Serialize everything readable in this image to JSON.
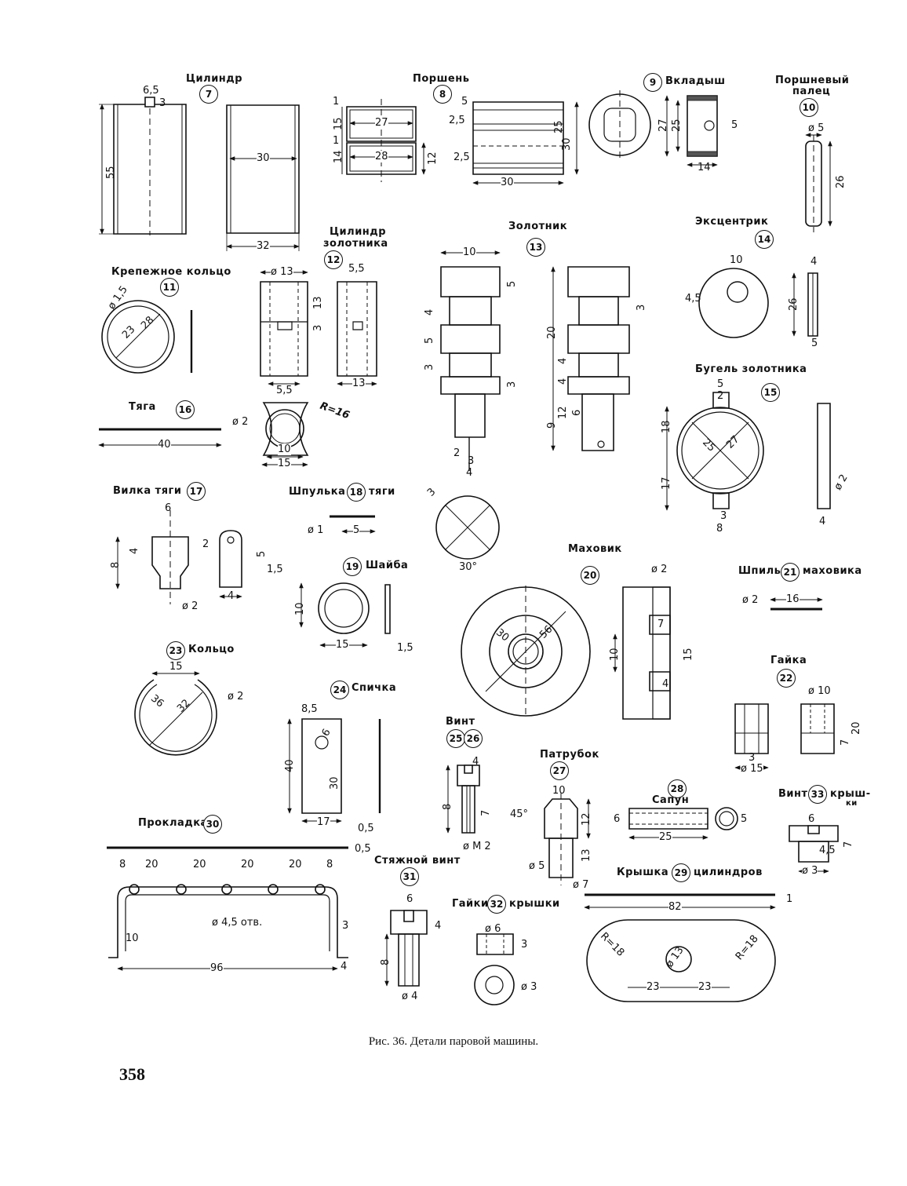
{
  "caption": "Рис. 36. Детали паровой машины.",
  "page_number": "358",
  "parts": {
    "p7": {
      "title": "Цилиндр",
      "num": "7",
      "dims": [
        "6,5",
        "3",
        "55",
        "30",
        "32"
      ]
    },
    "p8": {
      "title": "Поршень",
      "num": "8",
      "dims": [
        "1",
        "15",
        "27",
        "1",
        "14",
        "28",
        "12",
        "5",
        "2,5",
        "25",
        "30",
        "2,5",
        "30"
      ]
    },
    "p9": {
      "title": "Вкладыш",
      "num": "9",
      "dims": [
        "27",
        "25",
        "5",
        "14"
      ]
    },
    "p10": {
      "title_line1": "Поршневый",
      "title_line2": "палец",
      "num": "10",
      "dims": [
        "ø 5",
        "26"
      ]
    },
    "p11": {
      "title": "Крепежное кольцо",
      "num": "11",
      "dims": [
        "ø 1,5",
        "28",
        "23"
      ]
    },
    "p12": {
      "title_line1": "Цилиндр",
      "title_line2": "золотника",
      "num": "12",
      "dims": [
        "ø 13",
        "5,5",
        "13",
        "3",
        "5,5",
        "13",
        "R=16",
        "10",
        "15"
      ]
    },
    "p13": {
      "title": "Золотник",
      "num": "13",
      "dims": [
        "10",
        "5",
        "4",
        "5",
        "3",
        "3",
        "20",
        "3",
        "4",
        "4",
        "12",
        "6",
        "9",
        "2",
        "3",
        "4"
      ]
    },
    "p14": {
      "title": "Эксцентрик",
      "num": "14",
      "dims": [
        "10",
        "4,5",
        "4",
        "26",
        "5"
      ]
    },
    "p15": {
      "title": "Бугель золотника",
      "num": "15",
      "dims": [
        "5",
        "2",
        "25",
        "27",
        "18",
        "17",
        "3",
        "8",
        "ø 2",
        "4"
      ]
    },
    "p16": {
      "title": "Тяга",
      "num": "16",
      "dims": [
        "ø 2",
        "40"
      ]
    },
    "p17": {
      "title": "Вилка тяги",
      "num": "17",
      "dims": [
        "6",
        "4",
        "2",
        "8",
        "5",
        "1,5",
        "ø 2",
        "4"
      ]
    },
    "p18": {
      "title_left": "Шпулька",
      "title_right": "тяги",
      "num": "18",
      "dims": [
        "ø 1",
        "5",
        "3",
        "30°"
      ]
    },
    "p19": {
      "title": "Шайба",
      "num": "19",
      "dims": [
        "10",
        "15",
        "1,5"
      ]
    },
    "p20": {
      "title": "Маховик",
      "num": "20",
      "dims": [
        "30",
        "56",
        "ø 2",
        "7",
        "10",
        "15",
        "4"
      ]
    },
    "p21": {
      "title_left": "Шпиль",
      "title_right": "маховика",
      "num": "21",
      "dims": [
        "ø 2",
        "16"
      ]
    },
    "p22": {
      "title": "Гайка",
      "num": "22",
      "dims": [
        "ø 10",
        "20",
        "7",
        "3",
        "ø 15"
      ]
    },
    "p23": {
      "title": "Кольцо",
      "num": "23",
      "dims": [
        "15",
        "36",
        "32",
        "ø 2"
      ]
    },
    "p24": {
      "title": "Спичка",
      "num": "24",
      "dims": [
        "8,5",
        "6",
        "40",
        "30",
        "17",
        "0,5"
      ]
    },
    "p25": {
      "title": "Винт",
      "num_a": "25",
      "num_b": "26",
      "dims": [
        "4",
        "8",
        "7",
        "ø M 2"
      ]
    },
    "p27": {
      "title": "Патрубок",
      "num": "27",
      "dims": [
        "10",
        "45°",
        "12",
        "13",
        "ø 5",
        "ø 7"
      ]
    },
    "p28": {
      "title": "Сапун",
      "num": "28",
      "dims": [
        "6",
        "25",
        "5"
      ]
    },
    "p29": {
      "title_left": "Крышка",
      "title_right": "цилиндров",
      "num": "29",
      "dims": [
        "1",
        "82",
        "R=18",
        "R=18",
        "ø 13",
        "23",
        "23"
      ]
    },
    "p30": {
      "title": "Прокладка",
      "num": "30",
      "dims": [
        "0,5",
        "8",
        "20",
        "20",
        "20",
        "20",
        "8",
        "ø 4,5 отв.",
        "3",
        "10",
        "96",
        "4"
      ]
    },
    "p31": {
      "title": "Стяжной винт",
      "num": "31",
      "dims": [
        "6",
        "4",
        "8",
        "ø 4"
      ]
    },
    "p32": {
      "title_left": "Гайки",
      "title_right": "крышки",
      "num": "32",
      "dims": [
        "ø 6",
        "3",
        "ø 3"
      ]
    },
    "p33": {
      "title_left": "Винт",
      "title_right": "крыш-",
      "title_tail": "ки",
      "num": "33",
      "dims": [
        "6",
        "4,5",
        "7",
        "ø 3"
      ]
    }
  }
}
